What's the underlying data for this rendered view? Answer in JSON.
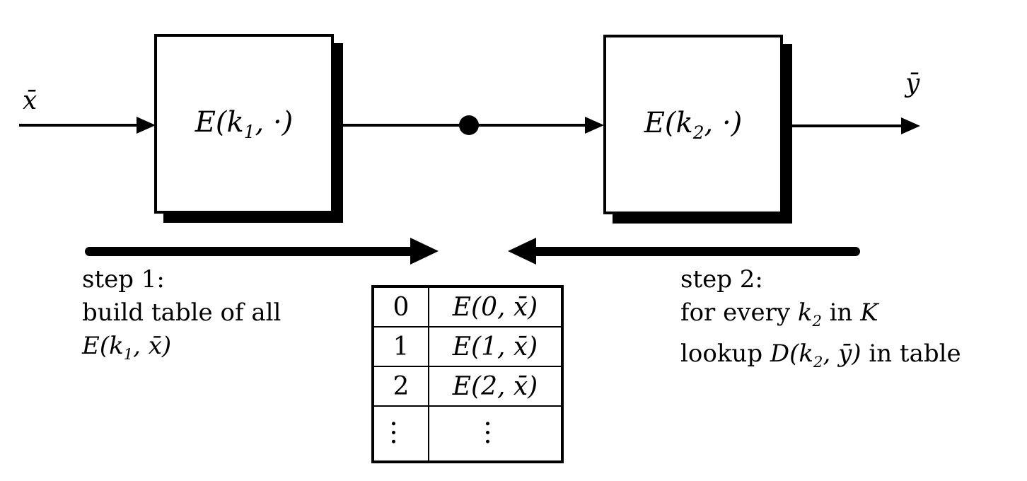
{
  "colors": {
    "ink": "#000000",
    "background": "#ffffff"
  },
  "io": {
    "input_label": "x̄",
    "output_label": "ȳ"
  },
  "box1": {
    "pre": "E(k",
    "sub": "1",
    "post": ", ·)"
  },
  "box2": {
    "pre": "E(k",
    "sub": "2",
    "post": ", ·)"
  },
  "step1": {
    "line1": "step 1:",
    "line2": "build table of all",
    "line3_pre": "E(k",
    "line3_sub": "1",
    "line3_post": ", x̄)"
  },
  "step2": {
    "line1": "step 2:",
    "line2_t1": "for every ",
    "line2_k": "k",
    "line2_ksub": "2",
    "line2_t2": " in ",
    "line2_K": "K",
    "line3_t1": "lookup ",
    "line3_m_pre": "D(k",
    "line3_m_sub": "2",
    "line3_m_post": ", ȳ)",
    "line3_t2": " in table"
  },
  "table": {
    "rows": [
      {
        "key": "0",
        "value": "E(0, x̄)"
      },
      {
        "key": "1",
        "value": "E(1, x̄)"
      },
      {
        "key": "2",
        "value": "E(2, x̄)"
      }
    ],
    "ellipsis": "…"
  }
}
